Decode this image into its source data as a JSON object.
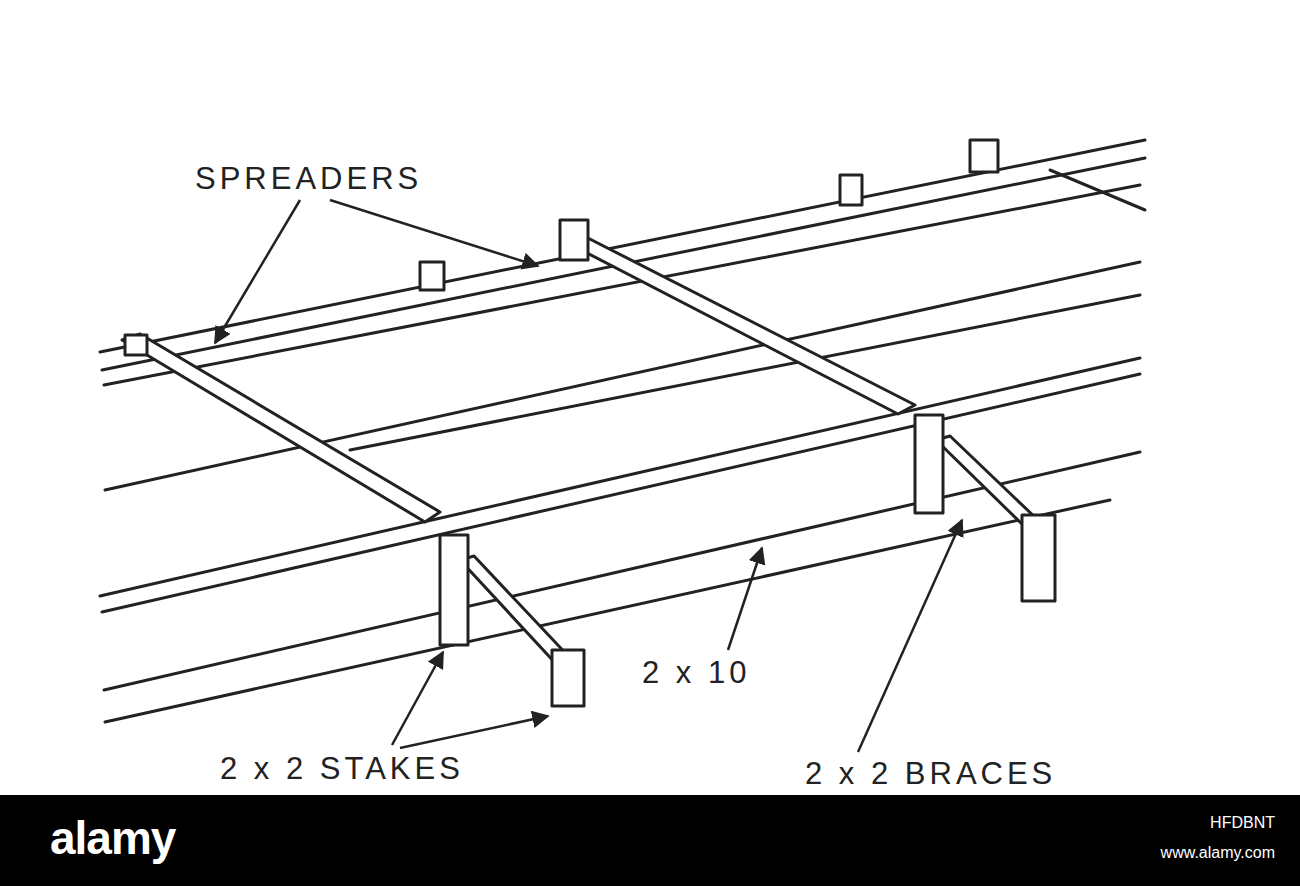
{
  "diagram": {
    "labels": [
      "SPREADERS",
      "2 x 10",
      "2 x 2 STAKES",
      "2 x 2 BRACES",
      "alamy",
      "HFDBNT",
      "www.alamy.com"
    ]
  }
}
